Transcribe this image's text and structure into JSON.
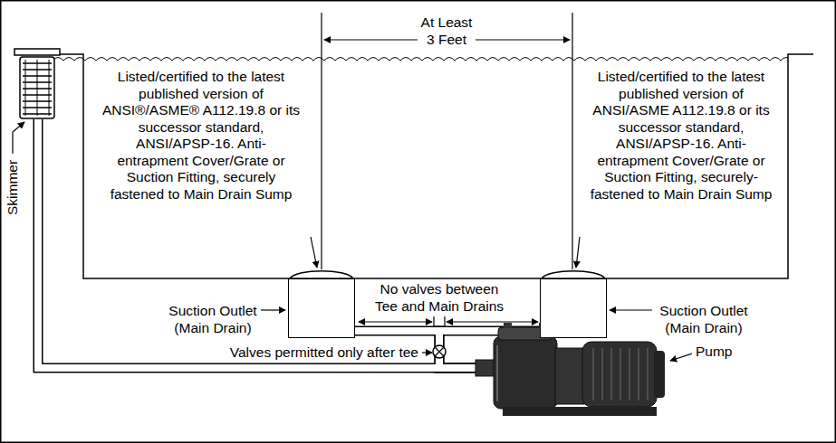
{
  "diagram": {
    "nodes": [
      {
        "text": [
          "Skimmer"
        ]
      },
      {
        "text": [
          "Suction Outlet (Main Drain)"
        ]
      },
      {
        "text": [
          "Suction Outlet (Main Drain)"
        ]
      },
      {
        "text": [
          "Pump"
        ]
      }
    ],
    "edges": [
      {
        "from": 0,
        "to": 3,
        "arrow": "none"
      },
      {
        "from": 1,
        "to": 3,
        "arrow": "none"
      },
      {
        "from": 2,
        "to": 3,
        "arrow": "none"
      }
    ],
    "labels": [
      "At Least 3 Feet",
      "Listed/certified to the latest published version of ANSI®/ASME® A112.19.8 or its successor standard, ANSI/APSP-16. Anti-entrapment Cover/Grate or Suction Fitting, securely fastened to Main Drain Sump",
      "Listed/certified to the latest published version of ANSI/ASME A112.19.8 or its successor standard, ANSI/APSP-16. Anti-entrapment Cover/Grate or Suction Fitting, securely-fastened to Main Drain Sump",
      "No valves between Tee and Main Drains",
      "Valves permitted only after tee"
    ]
  }
}
